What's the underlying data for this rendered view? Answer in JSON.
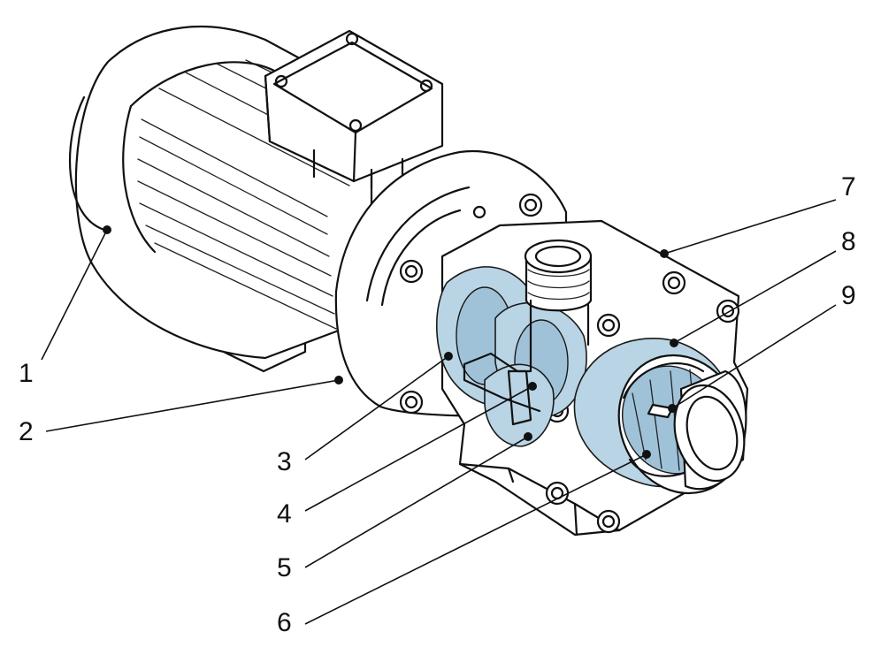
{
  "colors": {
    "line": "#111111",
    "highlight": "#b9d4e4",
    "background": "#ffffff"
  },
  "callouts": [
    {
      "number": "1"
    },
    {
      "number": "2"
    },
    {
      "number": "3"
    },
    {
      "number": "4"
    },
    {
      "number": "5"
    },
    {
      "number": "6"
    },
    {
      "number": "7"
    },
    {
      "number": "8"
    },
    {
      "number": "9"
    }
  ]
}
